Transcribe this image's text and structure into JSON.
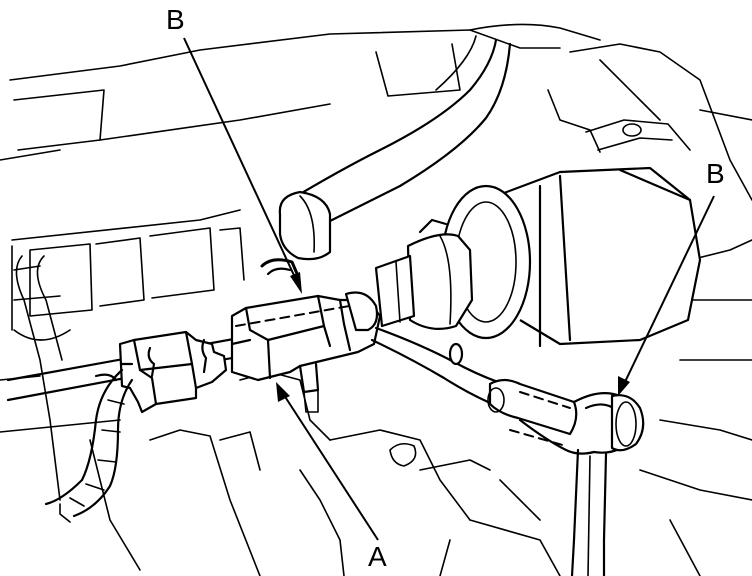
{
  "callouts": {
    "b_top": "B",
    "b_right": "B",
    "a_bottom": "A"
  }
}
